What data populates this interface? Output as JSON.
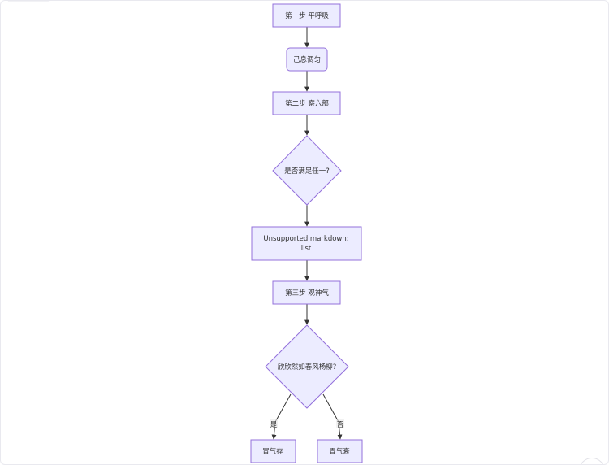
{
  "flowchart": {
    "nodes": {
      "step1": "第一步 平呼吸",
      "calm": "己息调匀",
      "step2": "第二步 察六部",
      "decision1": "是否满足任一?",
      "unsupported_line1": "Unsupported markdown:",
      "unsupported_line2": "list",
      "step3": "第三步 观神气",
      "decision2": "欣欣然如春风杨柳?",
      "result_yes": "胃气存",
      "result_no": "胃气衰"
    },
    "edges": {
      "yes_label": "是",
      "no_label": "否"
    },
    "colors": {
      "node_fill": "#ececff",
      "node_stroke": "#9370db",
      "edge": "#333333"
    }
  }
}
